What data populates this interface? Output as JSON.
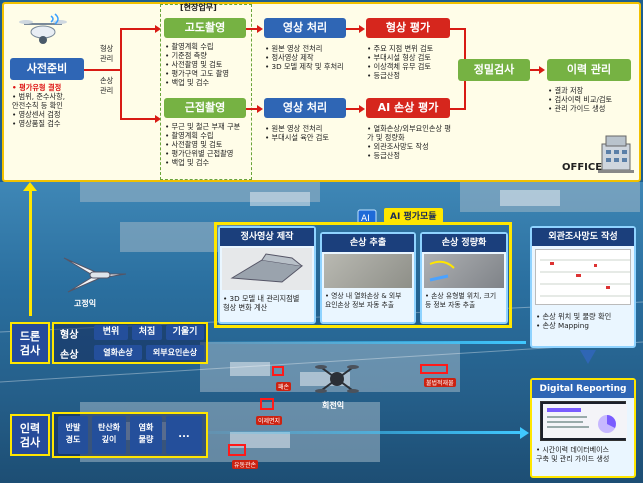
{
  "top": {
    "site_task_label": "[현장업무]",
    "pre_prep": {
      "title": "사전준비",
      "items_highlight": "• 평가유형 결정",
      "items": [
        "• 범위, 준수사항,",
        "  안전수칙 등 확인",
        "• 영상센서 검정",
        "• 영상품질 검수"
      ]
    },
    "branch_upper": "형상\n관리",
    "branch_lower": "손상\n관리",
    "elevation": {
      "title": "고도촬영",
      "items": [
        "• 촬영계획 수립",
        "• 기준점 측량",
        "• 사전촬영 및 검토",
        "• 평가구역 고도 촬영",
        "• 백업 및 검수"
      ]
    },
    "close": {
      "title": "근접촬영",
      "items": [
        "• 무근 및 철근 부재 구분",
        "• 촬영계획 수립",
        "• 사전촬영 및 검토",
        "• 평가단위별 근접촬영",
        "• 백업 및 검수"
      ]
    },
    "img_proc_1": {
      "title": "영상 처리",
      "items": [
        "• 원본 영상 전처리",
        "• 정사영상 제작",
        "• 3D 모델 제작 및 후처리"
      ]
    },
    "img_proc_2": {
      "title": "영상 처리",
      "items": [
        "• 원본 영상 전처리",
        "• 부대시설 육안 검토"
      ]
    },
    "shape_eval": {
      "title": "형상 평가",
      "items": [
        "• 주요 지점 변위 검토",
        "• 부대시설 형상 검토",
        "• 이상객체 유무 검토",
        "• 등급산정"
      ]
    },
    "ai_damage": {
      "title": "AI 손상 평가",
      "items": [
        "• 열화손상/외부요인손상 평",
        "  가 및 정량화",
        "• 외관조사망도 작성",
        "• 등급산정"
      ]
    },
    "precise": {
      "title": "정밀검사"
    },
    "history": {
      "title": "이력 관리",
      "items": [
        "• 결과 저장",
        "• 검사이력 비교/검토",
        "• 관리 가이드 생성"
      ]
    },
    "office": "OFFICE"
  },
  "bottom": {
    "ai_module": "AI 평가모듈",
    "ortho": {
      "title": "정사영상 제작",
      "desc": [
        "• 3D 모델 내 관리지점별",
        "  형상 변화 계산"
      ]
    },
    "damage_extract": {
      "title": "손상 추출",
      "desc": [
        "• 영상 내 열화손상 & 외부",
        "  요인손상 정보 자동 추출"
      ]
    },
    "damage_quant": {
      "title": "손상 정량화",
      "desc": [
        "• 손상 유형별 위치, 크기",
        "  등 정보 자동 추출"
      ]
    },
    "survey_map": {
      "title": "외관조사망도 작성",
      "desc": [
        "• 손상 위치 및 물량 확인",
        "• 손상 Mapping"
      ]
    },
    "digital": {
      "title": "Digital Reporting",
      "desc": [
        "• 시간이력 데이터베이스",
        "  구축 및 관리 가이드 생성"
      ]
    },
    "fixed_wing": "고정익",
    "rotary_wing": "회전익",
    "drone_inspect": {
      "label": "드론\n검사",
      "row1_title": "형상",
      "row1": [
        "변위",
        "처짐",
        "기울기"
      ],
      "row2_title": "손상",
      "row2": [
        "열화손상",
        "외부요인손상"
      ]
    },
    "manual_inspect": {
      "label": "인력\n검사",
      "items": [
        "반발\n경도",
        "탄산화\n깊이",
        "염화\n물량",
        "..."
      ]
    },
    "tags": [
      "패손",
      "이제면지",
      "불법적재물",
      "유동관손"
    ]
  },
  "colors": {
    "blue": "#2f66b5",
    "green": "#76b243",
    "red": "#d6261d",
    "yellow": "#ffe600",
    "navy": "#1b3f7c"
  }
}
